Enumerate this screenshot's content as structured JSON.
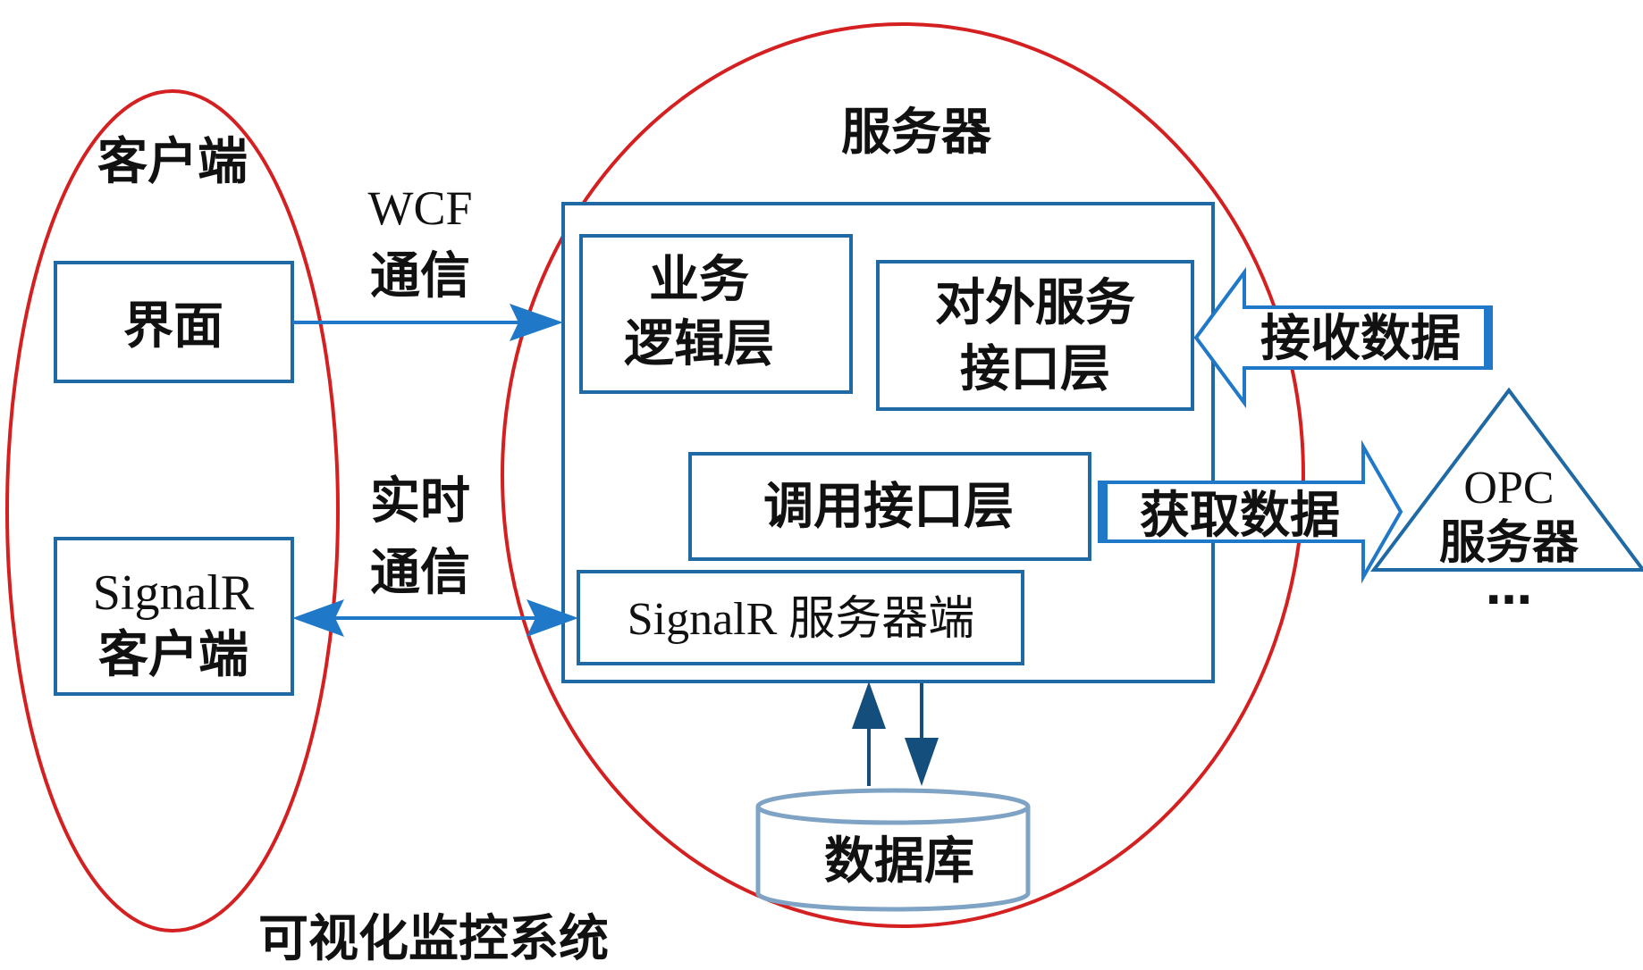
{
  "client": {
    "title": "客户端",
    "ui_box": "界面",
    "signalr_client": [
      "SignalR",
      "客户端"
    ]
  },
  "server": {
    "title": "服务器",
    "business_logic": [
      "业务",
      "逻辑层"
    ],
    "external_service": [
      "对外服务",
      "接口层"
    ],
    "invoke_interface": "调用接口层",
    "signalr_server": "SignalR 服务器端"
  },
  "links": {
    "wcf": [
      "WCF",
      "通信"
    ],
    "realtime": [
      "实时",
      "通信"
    ],
    "receive_data": "接收数据",
    "get_data": "获取数据"
  },
  "opc": {
    "label": [
      "OPC",
      "服务器"
    ],
    "more": "…"
  },
  "database": "数据库",
  "system_label": "可视化监控系统",
  "colors": {
    "ellipse": "#d42020",
    "box_border": "#1f6aa5",
    "arrow": "#1f78c8",
    "db_border": "#7fa3c4"
  }
}
